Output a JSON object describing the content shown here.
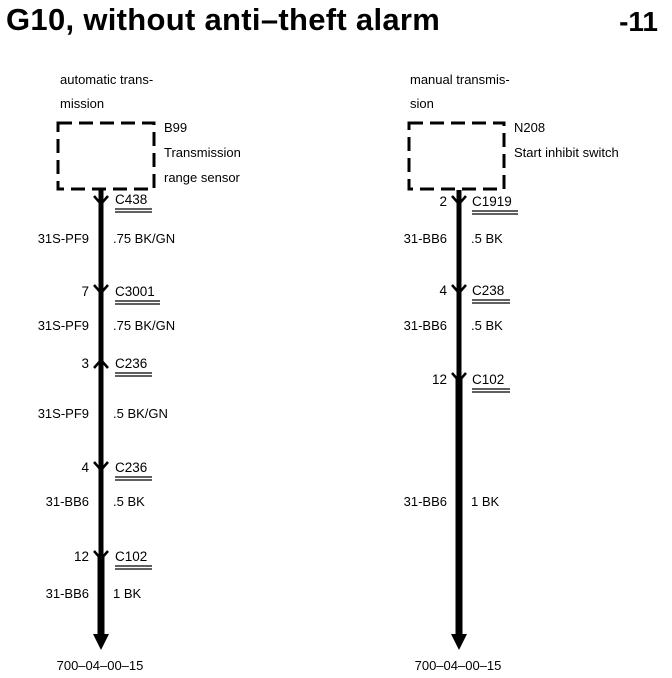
{
  "header": {
    "title": "G10, without anti–theft alarm",
    "page_number": "-11"
  },
  "left": {
    "caption_line1": "automatic trans-",
    "caption_line2": "mission",
    "component_id": "B99",
    "component_line1": "Transmission",
    "component_line2": "range sensor",
    "connectors": [
      {
        "pin": "",
        "name": "C438"
      },
      {
        "pin": "7",
        "name": "C3001"
      },
      {
        "pin": "3",
        "name": "C236"
      },
      {
        "pin": "4",
        "name": "C236"
      },
      {
        "pin": "12",
        "name": "C102"
      }
    ],
    "wires": [
      {
        "circuit": "31S-PF9",
        "color": ".75 BK/GN"
      },
      {
        "circuit": "31S-PF9",
        "color": ".75 BK/GN"
      },
      {
        "circuit": "31S-PF9",
        "color": ".5 BK/GN"
      },
      {
        "circuit": "31-BB6",
        "color": ".5 BK"
      },
      {
        "circuit": "31-BB6",
        "color": "1 BK"
      }
    ],
    "footer": "700–04–00–15"
  },
  "right": {
    "caption_line1": "manual transmis-",
    "caption_line2": "sion",
    "component_id": "N208",
    "component_line1": "Start inhibit switch",
    "connectors": [
      {
        "pin": "2",
        "name": "C1919"
      },
      {
        "pin": "4",
        "name": "C238"
      },
      {
        "pin": "12",
        "name": "C102"
      }
    ],
    "wires": [
      {
        "circuit": "31-BB6",
        "color": ".5 BK"
      },
      {
        "circuit": "31-BB6",
        "color": ".5 BK"
      },
      {
        "circuit": "31-BB6",
        "color": "1 BK"
      }
    ],
    "footer": "700–04–00–15"
  }
}
